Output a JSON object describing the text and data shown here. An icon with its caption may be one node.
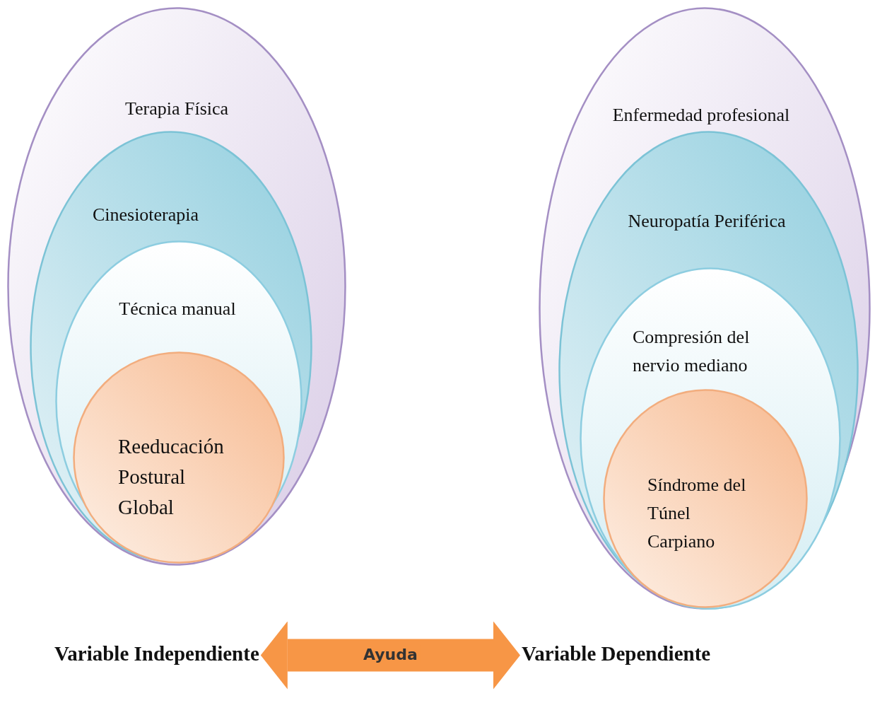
{
  "diagram": {
    "nodes": [
      {
        "text": [
          "Terapia Física"
        ]
      },
      {
        "text": [
          "Cinesioterapia"
        ],
        "in": 0
      },
      {
        "text": [
          "Técnica manual"
        ],
        "in": 1
      },
      {
        "text": [
          "Reeducación Postural Global"
        ],
        "in": 2
      },
      {
        "text": [
          "Enfermedad profesional"
        ]
      },
      {
        "text": [
          "Neuropatía Periférica"
        ],
        "in": 4
      },
      {
        "text": [
          "Compresión del nervio mediano"
        ],
        "in": 5
      },
      {
        "text": [
          "Síndrome del Túnel Carpiano"
        ],
        "in": 6
      },
      {
        "text": [
          "Variable Independiente"
        ]
      },
      {
        "text": [
          "Variable Dependiente"
        ]
      }
    ],
    "edges": [
      {
        "from": 8,
        "to": 9,
        "arrow": "both",
        "label": "Ayuda"
      }
    ]
  }
}
